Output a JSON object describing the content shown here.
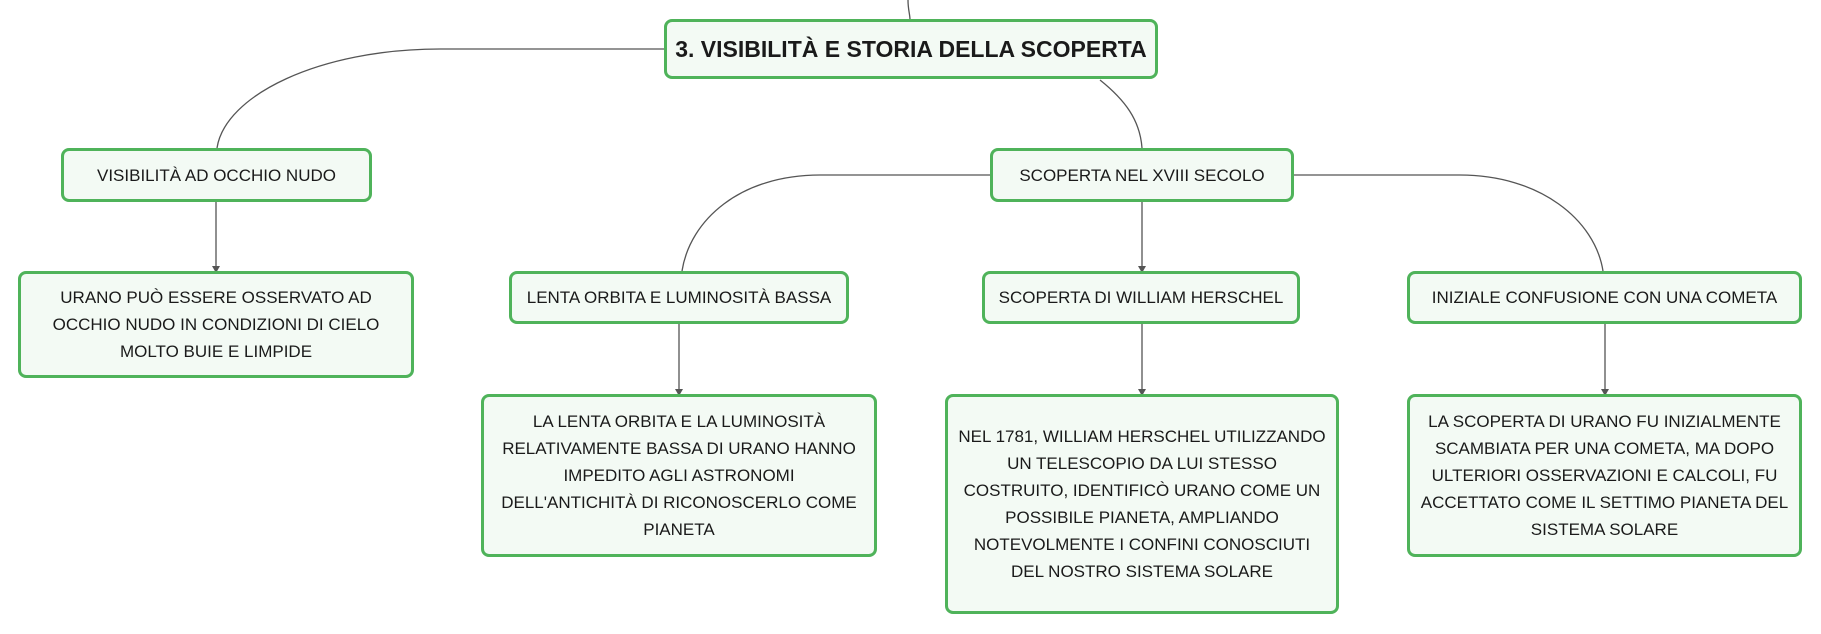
{
  "colors": {
    "border": "#4fb35a",
    "fill": "#f3faf4",
    "line": "#555555",
    "text": "#1a1a1a"
  },
  "root": {
    "label": "3. VISIBILITÀ E STORIA DELLA SCOPERTA"
  },
  "branches": {
    "visibility": {
      "label": "VISIBILITÀ AD OCCHIO NUDO",
      "detail": "URANO PUÒ ESSERE OSSERVATO AD OCCHIO NUDO IN CONDIZIONI DI CIELO MOLTO BUIE E LIMPIDE"
    },
    "discovery": {
      "label": "SCOPERTA NEL XVIII SECOLO",
      "children": {
        "orbit": {
          "label": "LENTA ORBITA E LUMINOSITÀ BASSA",
          "detail": "LA LENTA ORBITA E LA LUMINOSITÀ RELATIVAMENTE BASSA DI URANO HANNO IMPEDITO AGLI ASTRONOMI DELL'ANTICHITÀ DI RICONOSCERLO COME PIANETA"
        },
        "herschel": {
          "label": "SCOPERTA DI WILLIAM HERSCHEL",
          "detail": "NEL 1781, WILLIAM HERSCHEL UTILIZZANDO UN TELESCOPIO DA LUI STESSO COSTRUITO, IDENTIFICÒ URANO COME UN POSSIBILE PIANETA, AMPLIANDO NOTEVOLMENTE I CONFINI CONOSCIUTI DEL NOSTRO SISTEMA SOLARE"
        },
        "comet": {
          "label": "INIZIALE CONFUSIONE CON UNA COMETA",
          "detail": "LA SCOPERTA DI URANO FU INIZIALMENTE SCAMBIATA PER UNA COMETA, MA DOPO ULTERIORI OSSERVAZIONI E CALCOLI, FU ACCETTATO COME IL SETTIMO PIANETA DEL SISTEMA SOLARE"
        }
      }
    }
  }
}
